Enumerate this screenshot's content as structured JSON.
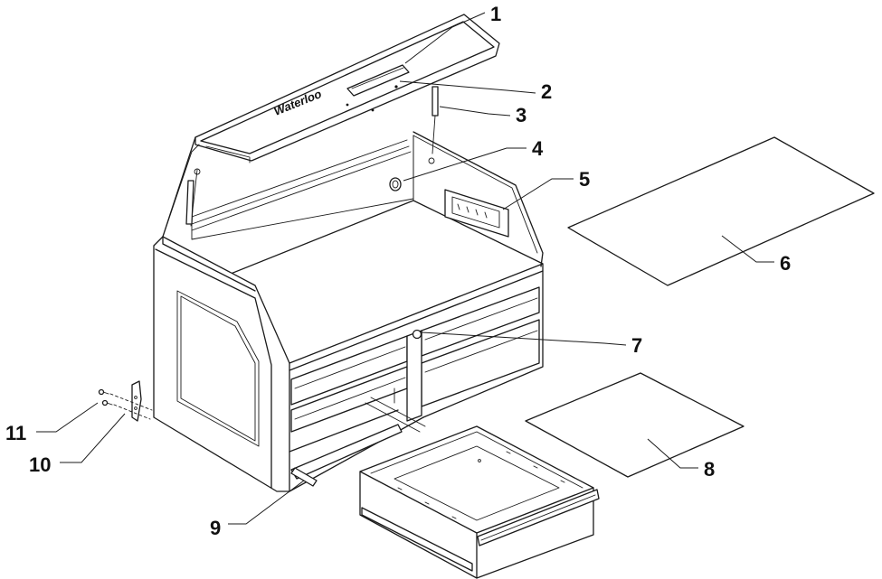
{
  "diagram": {
    "logo_text": "Waterloo",
    "callouts": [
      {
        "id": "1",
        "label": "1",
        "part": "lid-handle"
      },
      {
        "id": "2",
        "label": "2",
        "part": "lid-screw"
      },
      {
        "id": "3",
        "label": "3",
        "part": "gas-strut"
      },
      {
        "id": "4",
        "label": "4",
        "part": "grommet"
      },
      {
        "id": "5",
        "label": "5",
        "part": "power-strip"
      },
      {
        "id": "6",
        "label": "6",
        "part": "top-liner"
      },
      {
        "id": "7",
        "label": "7",
        "part": "lock"
      },
      {
        "id": "8",
        "label": "8",
        "part": "drawer-liner"
      },
      {
        "id": "9",
        "label": "9",
        "part": "drawer-slide"
      },
      {
        "id": "10",
        "label": "10",
        "part": "side-bracket"
      },
      {
        "id": "11",
        "label": "11",
        "part": "bracket-screws"
      }
    ]
  }
}
